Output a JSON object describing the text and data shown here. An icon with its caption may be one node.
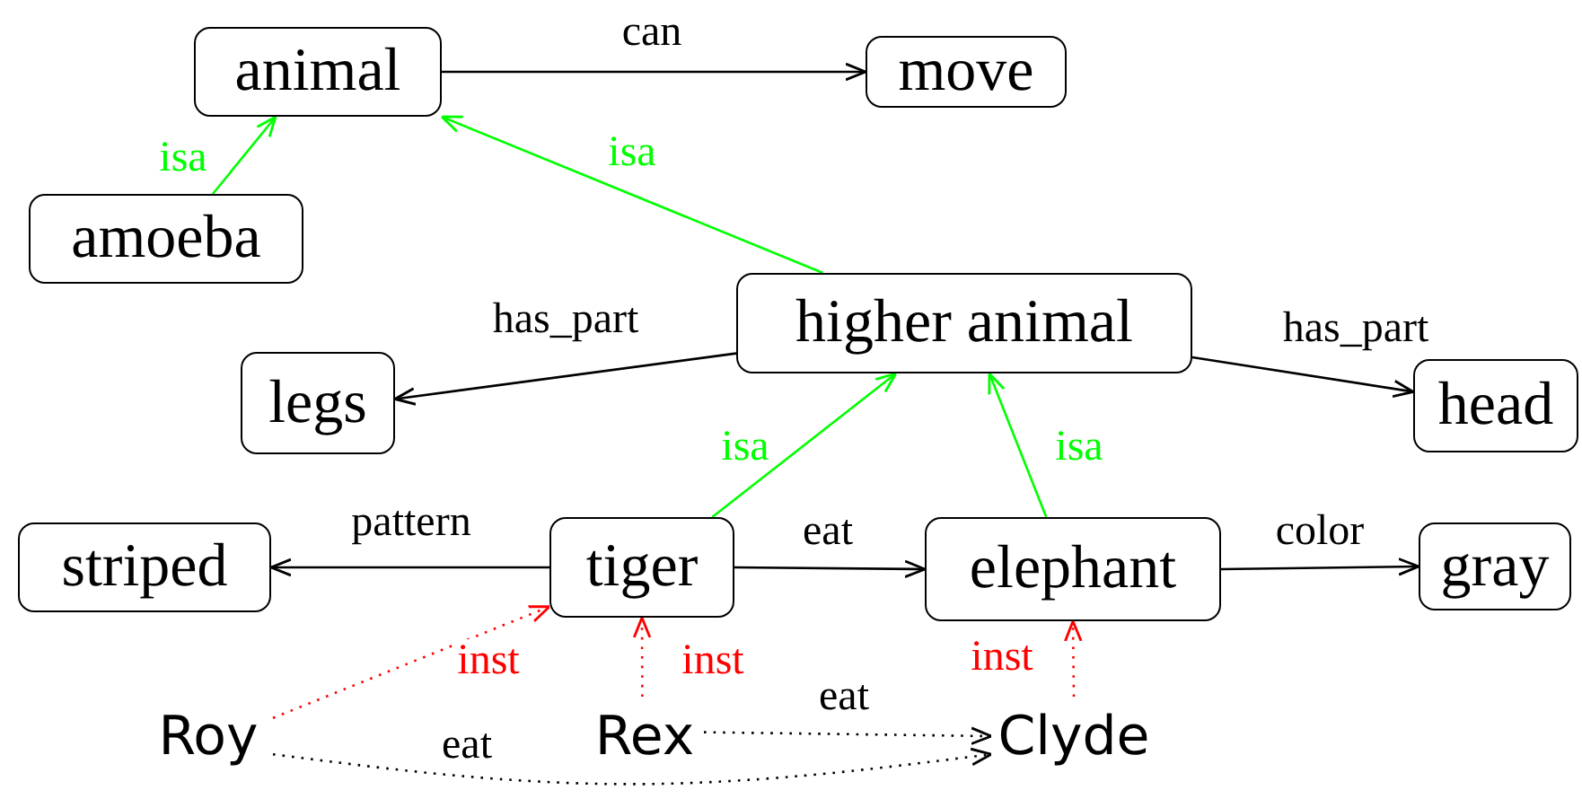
{
  "diagram": {
    "nodes": [
      {
        "text": [
          "animal"
        ]
      },
      {
        "text": [
          "move"
        ]
      },
      {
        "text": [
          "amoeba"
        ]
      },
      {
        "text": [
          "higher animal"
        ]
      },
      {
        "text": [
          "legs"
        ]
      },
      {
        "text": [
          "head"
        ]
      },
      {
        "text": [
          "striped"
        ]
      },
      {
        "text": [
          "tiger"
        ]
      },
      {
        "text": [
          "elephant"
        ]
      },
      {
        "text": [
          "gray"
        ]
      },
      {
        "text": [
          "Roy"
        ]
      },
      {
        "text": [
          "Rex"
        ]
      },
      {
        "text": [
          "Clyde"
        ]
      }
    ],
    "edges": [
      {
        "from": 0,
        "to": 1,
        "arrow": "to",
        "label": "can"
      },
      {
        "from": 2,
        "to": 0,
        "arrow": "to",
        "label": "isa",
        "color": "#00ff00"
      },
      {
        "from": 3,
        "to": 0,
        "arrow": "to",
        "label": "isa",
        "color": "#00ff00"
      },
      {
        "from": 3,
        "to": 4,
        "arrow": "to",
        "label": "has_part"
      },
      {
        "from": 3,
        "to": 5,
        "arrow": "to",
        "label": "has_part"
      },
      {
        "from": 7,
        "to": 6,
        "arrow": "to",
        "label": "pattern"
      },
      {
        "from": 7,
        "to": 8,
        "arrow": "to",
        "label": "eat"
      },
      {
        "from": 7,
        "to": 3,
        "arrow": "to",
        "label": "isa",
        "color": "#00ff00"
      },
      {
        "from": 8,
        "to": 3,
        "arrow": "to",
        "label": "isa",
        "color": "#00ff00"
      },
      {
        "from": 8,
        "to": 9,
        "arrow": "to",
        "label": "color"
      },
      {
        "from": 10,
        "to": 7,
        "arrow": "to",
        "label": "inst",
        "style": "dashed",
        "color": "#ff0000"
      },
      {
        "from": 11,
        "to": 7,
        "arrow": "to",
        "label": "inst",
        "style": "dashed",
        "color": "#ff0000"
      },
      {
        "from": 12,
        "to": 8,
        "arrow": "to",
        "label": "inst",
        "style": "dashed",
        "color": "#ff0000"
      },
      {
        "from": 11,
        "to": 12,
        "arrow": "to",
        "label": "eat",
        "style": "dashed"
      },
      {
        "from": 10,
        "to": 12,
        "arrow": "to",
        "label": "eat",
        "style": "dashed"
      }
    ]
  }
}
